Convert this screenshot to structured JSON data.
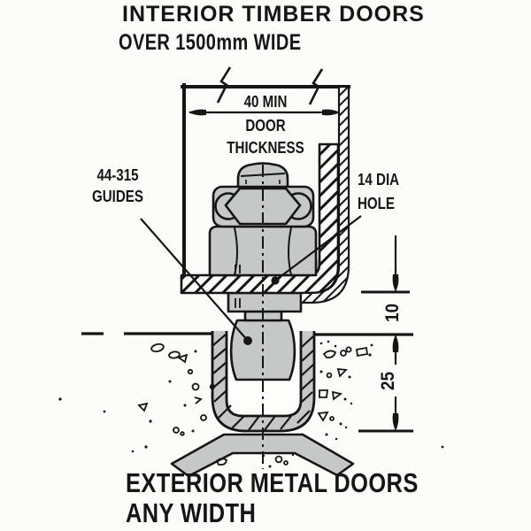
{
  "title": {
    "line1": "INTERIOR TIMBER DOORS",
    "line2": "OVER 1500mm WIDE"
  },
  "footer": {
    "line1": "EXTERIOR METAL DOORS",
    "line2": "ANY WIDTH"
  },
  "annotations": {
    "door_thickness": {
      "line1": "40 MIN",
      "line2": "DOOR",
      "line3": "THICKNESS"
    },
    "guides": {
      "line1": "44-315",
      "line2": "GUIDES"
    },
    "hole": {
      "line1": "14 DIA",
      "line2": "HOLE"
    },
    "dimensions": {
      "floor_clearance": "10",
      "channel_depth": "25"
    }
  },
  "colors": {
    "ink": "#151515",
    "metal_gray": "#c6c8c7",
    "paper": "#fcfcfb"
  }
}
